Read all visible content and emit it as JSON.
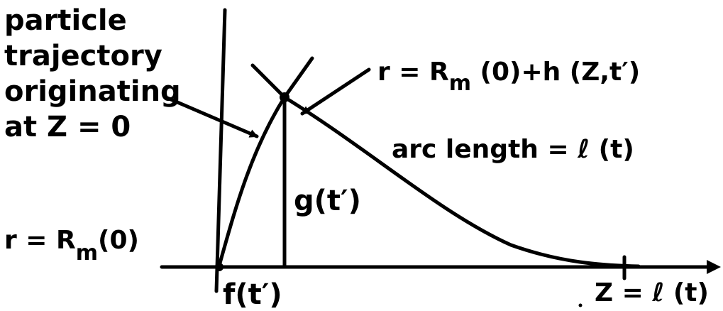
{
  "labels": {
    "trajectory_line1": "particle",
    "trajectory_line2": "trajectory",
    "trajectory_line3": "originating",
    "trajectory_line4": "at Z = 0",
    "top_prefix": "r = R",
    "top_sub": "m",
    "top_suffix": " (0)+h (Z,t′)",
    "arc_length": "arc length = ℓ (t)",
    "g_label": "g(t′)",
    "left_prefix": "r = R",
    "left_sub": "m",
    "left_suffix": "(0)",
    "f_label": "f(t′)",
    "z_label": "Z = ℓ (t)"
  },
  "colors": {
    "ink": "#000000",
    "background": "#ffffff"
  }
}
